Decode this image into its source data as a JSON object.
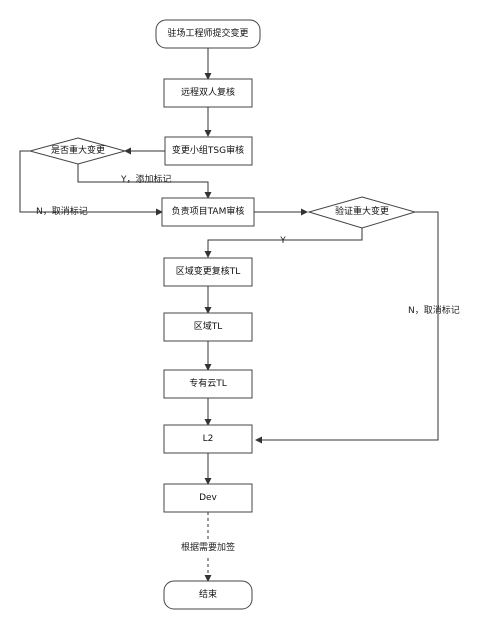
{
  "nodes": {
    "start": "驻场工程师提交变更",
    "remote_review": "远程双人复核",
    "tsg_review": "变更小组TSG审核",
    "major_change_q": "是否重大变更",
    "tam_review": "负责项目TAM审核",
    "verify_major_q": "验证重大变更",
    "region_tl_review": "区域变更复核TL",
    "region_tl": "区域TL",
    "dedicated_cloud_tl": "专有云TL",
    "l2": "L2",
    "dev": "Dev",
    "end": "结束"
  },
  "edges": {
    "yes_add_mark": "Y，添加标记",
    "no_cancel_mark_left": "N，取消标记",
    "yes_verify": "Y",
    "no_cancel_mark_right": "N，取消标记",
    "add_signoff": "根据需要加签"
  },
  "colors": {
    "node_fill": "#ffffff",
    "node_stroke": "#444444",
    "edge": "#333333"
  }
}
